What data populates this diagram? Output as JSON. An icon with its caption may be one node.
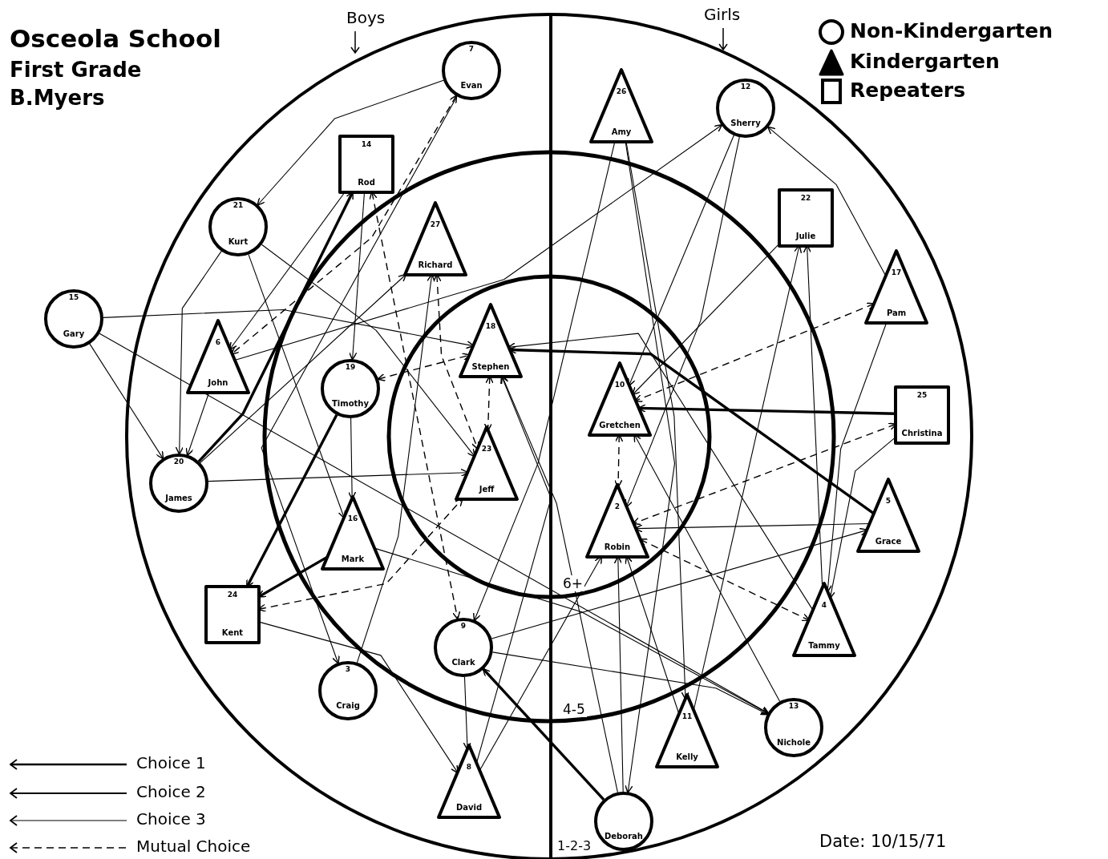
{
  "diagram": {
    "title": "Osceola School",
    "nodes": [
      {
        "text": [
          "7",
          "Evan"
        ]
      },
      {
        "text": [
          "14",
          "Rod"
        ]
      },
      {
        "text": [
          "21",
          "Kurt"
        ]
      },
      {
        "text": [
          "27",
          "Richard"
        ]
      },
      {
        "text": [
          "15",
          "Gary"
        ]
      },
      {
        "text": [
          "6",
          "John"
        ]
      },
      {
        "text": [
          "19",
          "Timothy"
        ]
      },
      {
        "text": [
          "18",
          "Stephen"
        ]
      },
      {
        "text": [
          "23",
          "Jeff"
        ]
      },
      {
        "text": [
          "20",
          "James"
        ]
      },
      {
        "text": [
          "16",
          "Mark"
        ]
      },
      {
        "text": [
          "24",
          "Kent"
        ]
      },
      {
        "text": [
          "3",
          "Craig"
        ]
      },
      {
        "text": [
          "9",
          "Clark"
        ]
      },
      {
        "text": [
          "8",
          "David"
        ]
      },
      {
        "text": [
          "26",
          "Amy"
        ]
      },
      {
        "text": [
          "12",
          "Sherry"
        ]
      },
      {
        "text": [
          "22",
          "Julie"
        ]
      },
      {
        "text": [
          "17",
          "Pam"
        ]
      },
      {
        "text": [
          "10",
          "Gretchen"
        ]
      },
      {
        "text": [
          "25",
          "Christina"
        ]
      },
      {
        "text": [
          "5",
          "Grace"
        ]
      },
      {
        "text": [
          "2",
          "Robin"
        ]
      },
      {
        "text": [
          "4",
          "Tammy"
        ]
      },
      {
        "text": [
          "11",
          "Kelly"
        ]
      },
      {
        "text": [
          "13",
          "Nichole"
        ]
      },
      {
        "text": [
          "Deborah"
        ]
      }
    ],
    "edges": [
      {
        "from": 0,
        "to": 5,
        "arrow": "both",
        "style": "dashed"
      },
      {
        "from": 0,
        "to": 2,
        "arrow": "to"
      },
      {
        "from": 0,
        "to": 12,
        "arrow": "to"
      },
      {
        "from": 1,
        "to": 5,
        "arrow": "to"
      },
      {
        "from": 1,
        "to": 6,
        "arrow": "to"
      },
      {
        "from": 1,
        "to": 13,
        "arrow": "both",
        "style": "dashed"
      },
      {
        "from": 9,
        "to": 1,
        "arrow": "to",
        "style": "thick"
      },
      {
        "from": 2,
        "to": 9,
        "arrow": "to"
      },
      {
        "from": 2,
        "to": 8,
        "arrow": "to"
      },
      {
        "from": 2,
        "to": 10,
        "arrow": "to"
      },
      {
        "from": 4,
        "to": 9,
        "arrow": "to"
      },
      {
        "from": 4,
        "to": 7,
        "arrow": "to"
      },
      {
        "from": 4,
        "to": 25,
        "arrow": "to"
      },
      {
        "from": 5,
        "to": 9,
        "arrow": "to"
      },
      {
        "from": 5,
        "to": 16,
        "arrow": "to"
      },
      {
        "from": 3,
        "to": 8,
        "arrow": "both",
        "style": "dashed"
      },
      {
        "from": 7,
        "to": 8,
        "arrow": "both",
        "style": "dashed"
      },
      {
        "from": 6,
        "to": 7,
        "arrow": "both",
        "style": "dashed"
      },
      {
        "from": 11,
        "to": 8,
        "arrow": "both",
        "style": "dashed"
      },
      {
        "from": 6,
        "to": 11,
        "arrow": "to",
        "style": "thick"
      },
      {
        "from": 6,
        "to": 10,
        "arrow": "to"
      },
      {
        "from": 9,
        "to": 8,
        "arrow": "to"
      },
      {
        "from": 9,
        "to": 3,
        "arrow": "to"
      },
      {
        "from": 10,
        "to": 11,
        "arrow": "to",
        "style": "thick"
      },
      {
        "from": 10,
        "to": 25,
        "arrow": "to"
      },
      {
        "from": 11,
        "to": 14,
        "arrow": "to"
      },
      {
        "from": 12,
        "to": 3,
        "arrow": "to"
      },
      {
        "from": 13,
        "to": 14,
        "arrow": "to"
      },
      {
        "from": 13,
        "to": 25,
        "arrow": "to"
      },
      {
        "from": 14,
        "to": 7,
        "arrow": "to"
      },
      {
        "from": 14,
        "to": 22,
        "arrow": "to"
      },
      {
        "from": 15,
        "to": 13,
        "arrow": "to"
      },
      {
        "from": 15,
        "to": 24,
        "arrow": "to"
      },
      {
        "from": 15,
        "to": 26,
        "arrow": "to"
      },
      {
        "from": 16,
        "to": 19,
        "arrow": "to"
      },
      {
        "from": 16,
        "to": 22,
        "arrow": "to"
      },
      {
        "from": 17,
        "to": 19,
        "arrow": "to"
      },
      {
        "from": 23,
        "to": 17,
        "arrow": "to"
      },
      {
        "from": 24,
        "to": 17,
        "arrow": "to"
      },
      {
        "from": 18,
        "to": 23,
        "arrow": "to"
      },
      {
        "from": 18,
        "to": 16,
        "arrow": "to"
      },
      {
        "from": 18,
        "to": 19,
        "arrow": "both",
        "style": "dashed"
      },
      {
        "from": 20,
        "to": 19,
        "arrow": "to",
        "style": "thick"
      },
      {
        "from": 20,
        "to": 23,
        "arrow": "to"
      },
      {
        "from": 20,
        "to": 22,
        "arrow": "both",
        "style": "dashed"
      },
      {
        "from": 21,
        "to": 22,
        "arrow": "to"
      },
      {
        "from": 21,
        "to": 7,
        "arrow": "to",
        "style": "thick"
      },
      {
        "from": 19,
        "to": 22,
        "arrow": "both",
        "style": "dashed"
      },
      {
        "from": 22,
        "to": 23,
        "arrow": "both",
        "style": "dashed"
      },
      {
        "from": 23,
        "to": 7,
        "arrow": "to"
      },
      {
        "from": 24,
        "to": 22,
        "arrow": "to"
      },
      {
        "from": 25,
        "to": 19,
        "arrow": "to"
      },
      {
        "from": 26,
        "to": 13,
        "arrow": "to",
        "style": "thick"
      },
      {
        "from": 26,
        "to": 22,
        "arrow": "to"
      },
      {
        "from": 26,
        "to": 7,
        "arrow": "to"
      },
      {
        "from": 13,
        "to": 21,
        "arrow": "to"
      }
    ],
    "labels": [
      "First Grade",
      "B.Myers",
      "Boys",
      "Girls",
      "6+",
      "4-5",
      "1-2-3",
      "Date: 10/15/71"
    ],
    "legend": [
      {
        "text": "Non-Kindergarten"
      },
      {
        "text": "Kindergarten"
      },
      {
        "text": "Repeaters"
      },
      {
        "text": "Choice 1"
      },
      {
        "text": "Choice 2"
      },
      {
        "text": "Choice 3"
      },
      {
        "text": "Mutual Choice"
      }
    ]
  }
}
